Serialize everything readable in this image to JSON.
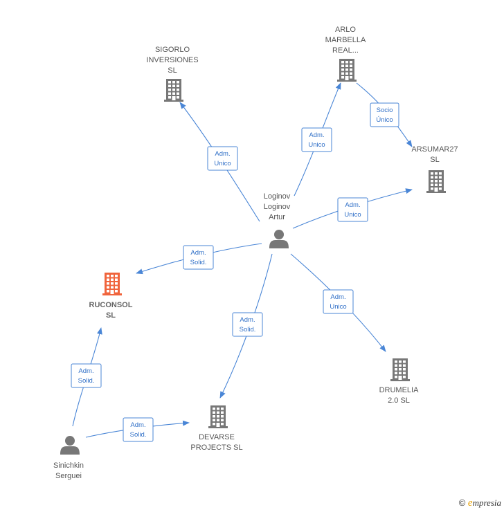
{
  "colors": {
    "edge": "#4a86d6",
    "company": "#777777",
    "main_company": "#f0643c",
    "person": "#777777",
    "label": "#555555"
  },
  "nodes": [
    {
      "id": "sigorlo",
      "type": "company",
      "lines": [
        "SIGORLO",
        "INVERSIONES",
        "SL"
      ]
    },
    {
      "id": "arlo",
      "type": "company",
      "lines": [
        "ARLO",
        "MARBELLA",
        "REAL..."
      ]
    },
    {
      "id": "arsumar",
      "type": "company",
      "lines": [
        "ARSUMAR27",
        "SL"
      ]
    },
    {
      "id": "loginov",
      "type": "person",
      "lines": [
        "Loginov",
        "Loginov",
        "Artur"
      ]
    },
    {
      "id": "ruconsol",
      "type": "main_company",
      "lines": [
        "RUCONSOL",
        "SL"
      ]
    },
    {
      "id": "drumelia",
      "type": "company",
      "lines": [
        "DRUMELIA",
        "2.0 SL"
      ]
    },
    {
      "id": "devarse",
      "type": "company",
      "lines": [
        "DEVARSE",
        "PROJECTS SL"
      ]
    },
    {
      "id": "sinichkin",
      "type": "person",
      "lines": [
        "Sinichkin",
        "Serguei"
      ]
    }
  ],
  "edges": [
    {
      "id": "e-loginov-sigorlo",
      "lines": [
        "Adm.",
        "Unico"
      ]
    },
    {
      "id": "e-loginov-arlo",
      "lines": [
        "Adm.",
        "Unico"
      ]
    },
    {
      "id": "e-arlo-arsumar",
      "lines": [
        "Socio",
        "Único"
      ]
    },
    {
      "id": "e-loginov-arsumar",
      "lines": [
        "Adm.",
        "Unico"
      ]
    },
    {
      "id": "e-loginov-ruconsol",
      "lines": [
        "Adm.",
        "Solid."
      ]
    },
    {
      "id": "e-loginov-drumelia",
      "lines": [
        "Adm.",
        "Unico"
      ]
    },
    {
      "id": "e-loginov-devarse",
      "lines": [
        "Adm.",
        "Solid."
      ]
    },
    {
      "id": "e-sinichkin-ruconsol",
      "lines": [
        "Adm.",
        "Solid."
      ]
    },
    {
      "id": "e-sinichkin-devarse",
      "lines": [
        "Adm.",
        "Solid."
      ]
    }
  ],
  "brand": {
    "copyright": "©",
    "name_initial": "e",
    "name_rest": "mpresia"
  }
}
